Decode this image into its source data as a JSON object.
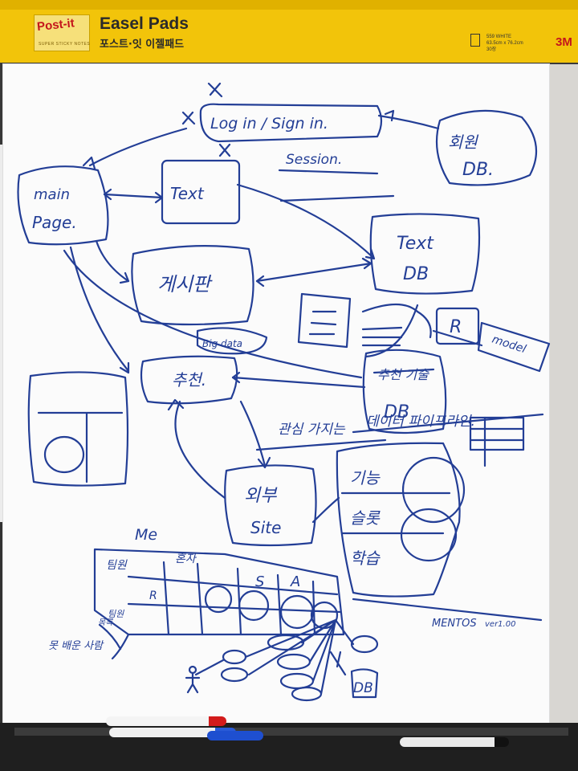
{
  "pad": {
    "brand": "Post-it",
    "brand_sub": "SUPER STICKY NOTES",
    "title": "Easel Pads",
    "title_kr": "포스트·잇 이젤패드",
    "spec_line1": "559 WHITE",
    "spec_line2": "63.5cm x 76.2cm",
    "spec_line3": "30장",
    "maker": "3M"
  },
  "diagram": {
    "login": "Log in / Sign in.",
    "session": "Session.",
    "member_db_1": "회원",
    "member_db_2": "DB.",
    "main_1": "main",
    "main_2": "Page.",
    "text": "Text",
    "textdb_1": "Text",
    "textdb_2": "DB",
    "board": "게시판",
    "bigdata": "Big data",
    "recommend": "추천.",
    "r": "R",
    "model": "model",
    "reco_db_1": "추천 기술",
    "reco_db_2": "DB",
    "pipeline": "데이터 파이프라인.",
    "interest": "관심 가지는",
    "external_1": "외부",
    "external_2": "Site",
    "func_1": "기능",
    "func_2": "슬롯",
    "func_3": "학습",
    "me": "Me",
    "team": "팀원",
    "member": "혼자",
    "col_r": "R",
    "col_s": "S",
    "col_a": "A",
    "row_label": "팀원",
    "mentos": "MENTOS",
    "version": "ver1.00",
    "db_small": "DB",
    "left_label": "못 배운 사람",
    "fish": "목록"
  }
}
